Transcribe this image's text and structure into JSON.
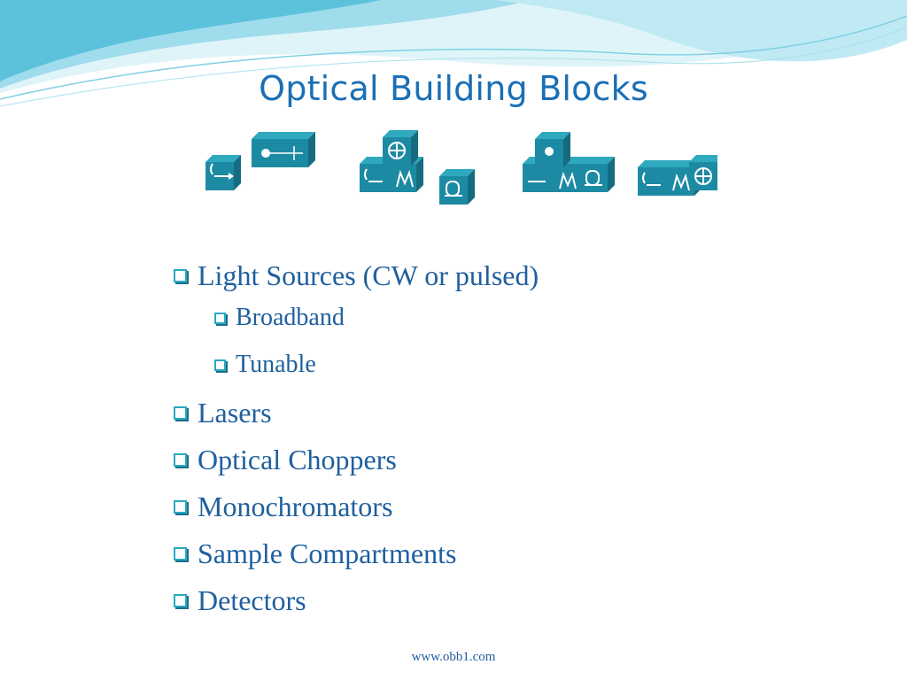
{
  "slide": {
    "title": "Optical Building Blocks",
    "bullets": [
      {
        "text": "Light Sources (CW or pulsed)",
        "level": 1
      },
      {
        "text": "Broadband",
        "level": 2
      },
      {
        "text": "Tunable",
        "level": 2
      },
      {
        "text": "Lasers",
        "level": 1
      },
      {
        "text": "Optical Choppers",
        "level": 1
      },
      {
        "text": "Monochromators",
        "level": 1
      },
      {
        "text": "Sample Compartments",
        "level": 1
      },
      {
        "text": "Detectors",
        "level": 1
      }
    ],
    "footer": "www.obb1.com"
  },
  "icons": {
    "bullet": "square-checkbox-bullet-icon",
    "blocks": [
      "light-source-block-icon",
      "laser-block-icon",
      "chopper-block-icon",
      "monochromator-block-icon",
      "sample-compartment-block-icon",
      "detector-block-icon"
    ]
  },
  "colors": {
    "title": "#1a6fb5",
    "text": "#1f5f9e",
    "block_top": "#2fa9bd",
    "block_front": "#1d8aa3",
    "block_side": "#156b80",
    "wave_light": "#bfe9f3",
    "wave_dark": "#5cc2dc"
  }
}
